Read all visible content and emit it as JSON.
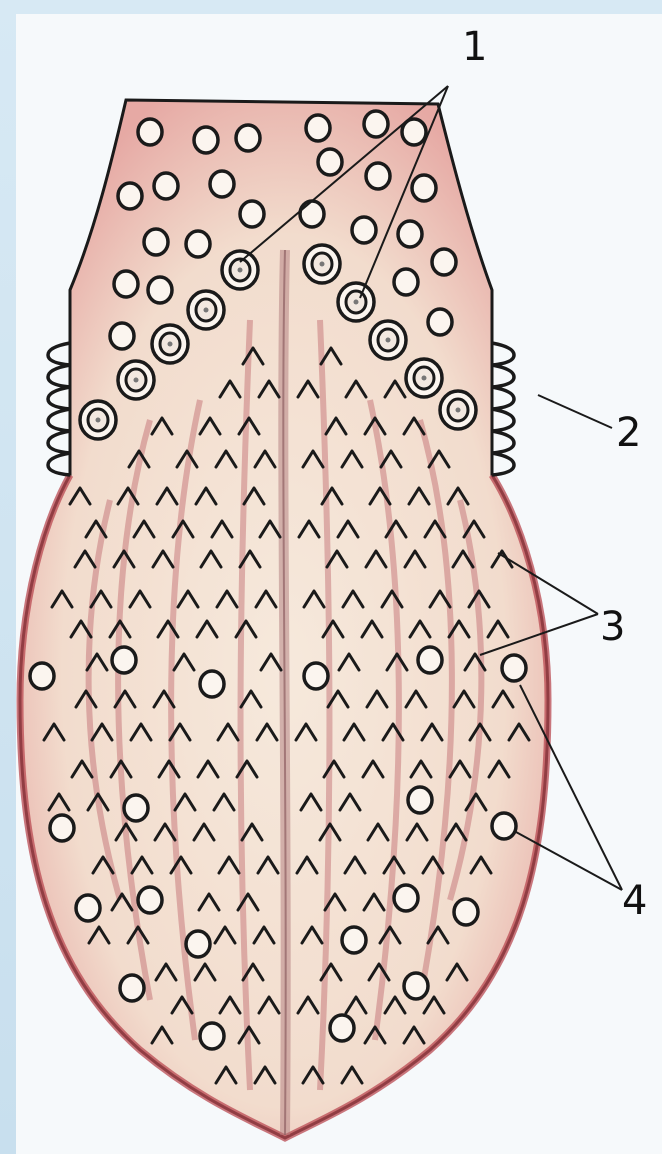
{
  "diagram": {
    "subject": "tongue-papillae",
    "colors": {
      "background": "#f6f9fb",
      "tongue_fill": "#f4e4d6",
      "tongue_edge": "#b94a52",
      "outline": "#1a1a1a",
      "vessel": "#b0434e",
      "midline": "#b07a7c"
    },
    "labels": [
      {
        "id": "1",
        "text": "1"
      },
      {
        "id": "2",
        "text": "2"
      },
      {
        "id": "3",
        "text": "3"
      },
      {
        "id": "4",
        "text": "4"
      }
    ]
  }
}
